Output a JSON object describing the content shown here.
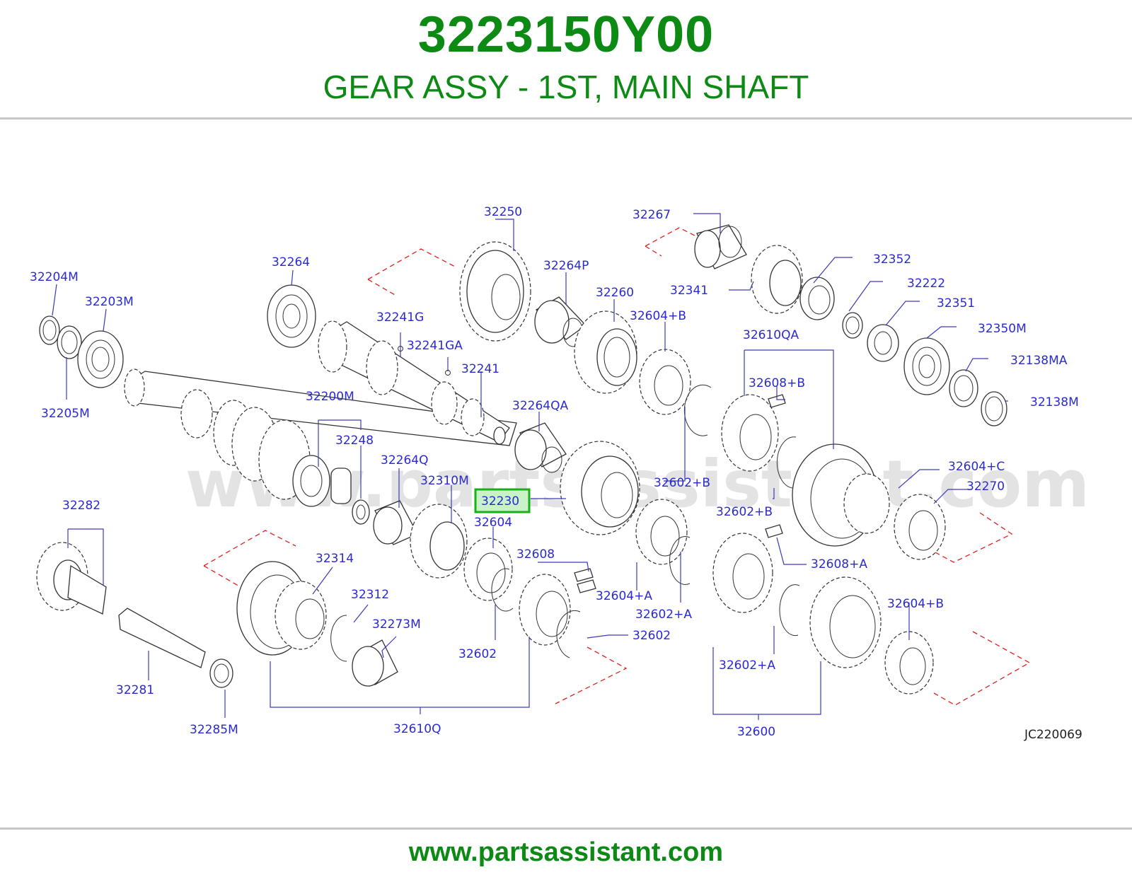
{
  "header": {
    "part_number": "3223150Y00",
    "part_name": "GEAR ASSY - 1ST, MAIN SHAFT"
  },
  "diagram": {
    "reference_code": "JC220069",
    "highlighted_part": "32230",
    "watermark": "www.partsassistant.com",
    "labels": {
      "p32204M": "32204M",
      "p32203M": "32203M",
      "p32205M": "32205M",
      "p32264": "32264",
      "p32250": "32250",
      "p32264P": "32264P",
      "p32267": "32267",
      "p32341": "32341",
      "p32352": "32352",
      "p32222": "32222",
      "p32351": "32351",
      "p32350M": "32350M",
      "p32138MA": "32138MA",
      "p32138M": "32138M",
      "p32241G": "32241G",
      "p32241GA": "32241GA",
      "p32241": "32241",
      "p32260": "32260",
      "p32604B_1": "32604+B",
      "p32610QA": "32610QA",
      "p32608B": "32608+B",
      "p32200M": "32200M",
      "p32248": "32248",
      "p32264QA": "32264QA",
      "p32264Q": "32264Q",
      "p32310M": "32310M",
      "p32230": "32230",
      "p32604": "32604",
      "p32602B_1": "32602+B",
      "p32602B_2": "32602+B",
      "p32604C": "32604+C",
      "p32270": "32270",
      "p32282": "32282",
      "p32314": "32314",
      "p32312": "32312",
      "p32608": "32608",
      "p32604A": "32604+A",
      "p32608A": "32608+A",
      "p32602A_1": "32602+A",
      "p32273M": "32273M",
      "p32602_1": "32602",
      "p32602_2": "32602",
      "p32604B_2": "32604+B",
      "p32602A_2": "32602+A",
      "p32281": "32281",
      "p32285M": "32285M",
      "p32610Q": "32610Q",
      "p32600": "32600"
    }
  },
  "footer": {
    "url": "www.partsassistant.com"
  }
}
